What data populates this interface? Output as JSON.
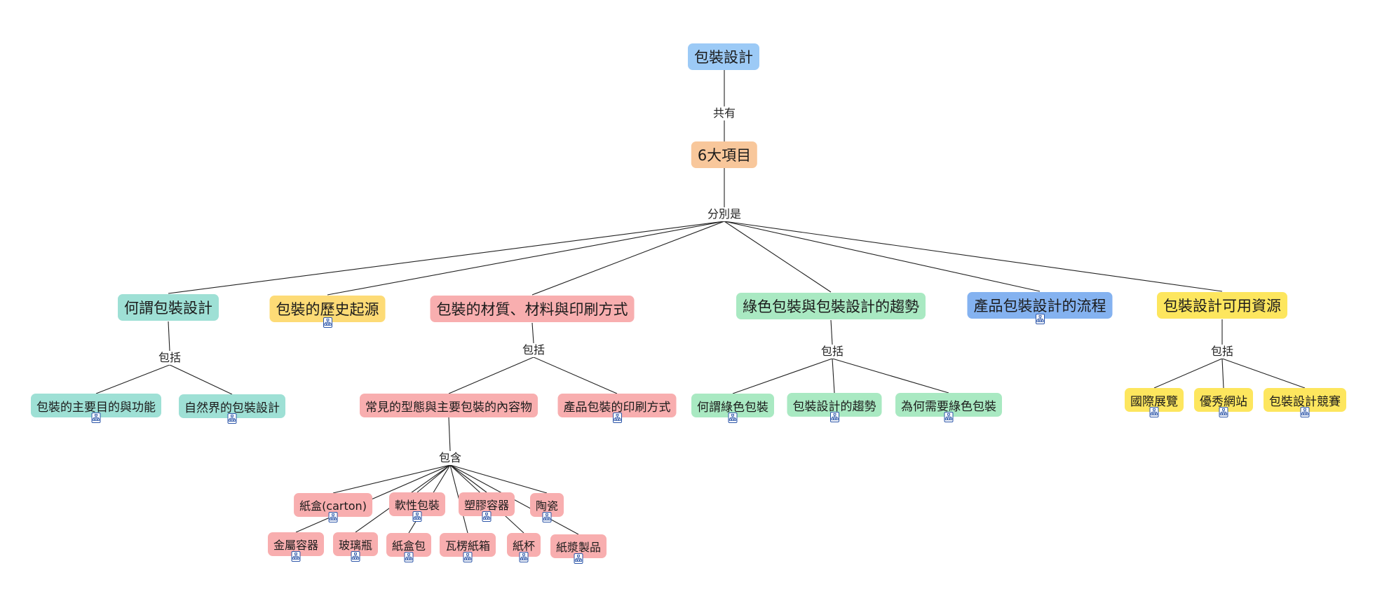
{
  "colors": {
    "root": "#9ccaf6",
    "level1": "#f8c79b",
    "teal": "#9ee0d5",
    "gold": "#fddb76",
    "pink": "#f8aeaf",
    "green": "#a9e9c2",
    "blue": "#84b2f0",
    "yellow": "#fde65e",
    "edge": "#222222"
  },
  "nodes": {
    "root": "包裝設計",
    "six": "6大項目",
    "what_is": "何謂包裝設計",
    "history": "包裝的歷史起源",
    "materials": "包裝的材質、材料與印刷方式",
    "green_trend": "綠色包裝與包裝設計的趨勢",
    "process": "產品包裝設計的流程",
    "resources": "包裝設計可用資源",
    "main_purpose": "包裝的主要目的與功能",
    "nature_design": "自然界的包裝設計",
    "common_forms": "常見的型態與主要包裝的內容物",
    "printing": "產品包裝的印刷方式",
    "what_green": "何謂綠色包裝",
    "design_trend": "包裝設計的趨勢",
    "why_green": "為何需要綠色包裝",
    "exhibition": "國際展覽",
    "websites": "優秀網站",
    "competition": "包裝設計競賽",
    "carton": "紙盒(carton)",
    "flexible": "軟性包裝",
    "plastic": "塑膠容器",
    "ceramic": "陶瓷",
    "metal": "金屬容器",
    "glass": "玻璃瓶",
    "paper_pack": "紙盒包",
    "corrugated": "瓦楞紙箱",
    "paper_cup": "紙杯",
    "pulp": "紙漿製品"
  },
  "links": {
    "share": "共有",
    "respectively": "分別是",
    "include_1": "包括",
    "include_2": "包括",
    "include_3": "包括",
    "include_4": "包括",
    "contain": "包含"
  },
  "icon_name": "concept-map-icon"
}
